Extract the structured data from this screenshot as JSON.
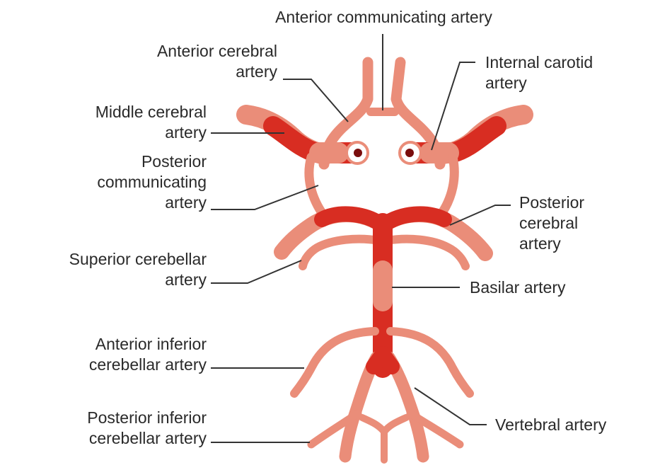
{
  "colors": {
    "artery_light": "#ea8d79",
    "artery_dark": "#d82d22",
    "artery_outline": "#c94a3a",
    "leader": "#333333",
    "text": "#2a2a2a"
  },
  "labels": {
    "anterior_communicating": "Anterior communicating artery",
    "anterior_cerebral": [
      "Anterior cerebral",
      "artery"
    ],
    "internal_carotid": [
      "Internal carotid",
      "artery"
    ],
    "middle_cerebral": [
      "Middle cerebral",
      "artery"
    ],
    "posterior_communicating": [
      "Posterior",
      "communicating",
      "artery"
    ],
    "posterior_cerebral": [
      "Posterior",
      "cerebral",
      "artery"
    ],
    "superior_cerebellar": [
      "Superior cerebellar",
      "artery"
    ],
    "basilar": "Basilar artery",
    "anterior_inferior_cerebellar": [
      "Anterior inferior",
      "cerebellar artery"
    ],
    "vertebral": "Vertebral artery",
    "posterior_inferior_cerebellar": [
      "Posterior inferior",
      "cerebellar artery"
    ]
  }
}
